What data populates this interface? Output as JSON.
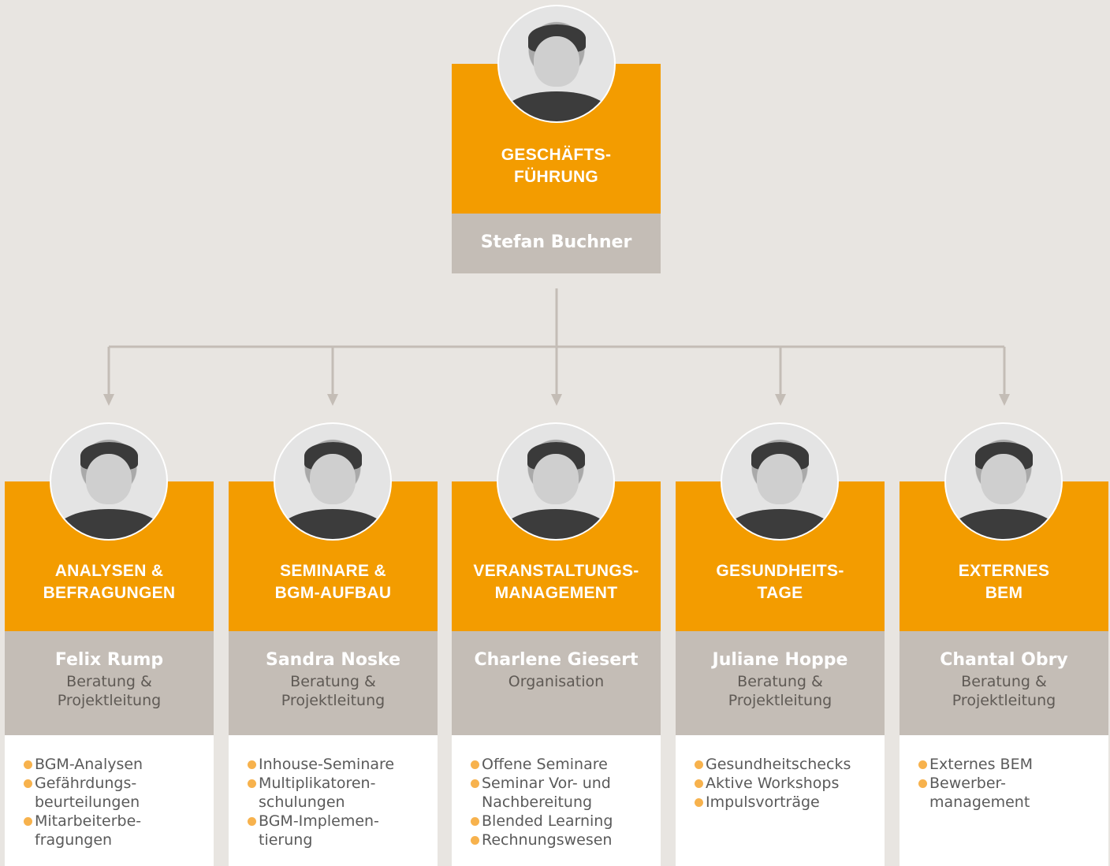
{
  "colors": {
    "accent": "#f39c00",
    "name_bg": "#c4bdb6",
    "background": "#e8e5e1",
    "bullet": "#f7b24d",
    "connector": "#c4bdb6"
  },
  "top": {
    "title": [
      "GESCHÄFTS-",
      "FÜHRUNG"
    ],
    "name": "Stefan Buchner",
    "avatar_icon": "person-portrait"
  },
  "departments": [
    {
      "title": [
        "ANALYSEN &",
        "BEFRAGUNGEN"
      ],
      "name": "Felix Rump",
      "role": [
        "Beratung &",
        "Projektleitung"
      ],
      "tasks": [
        [
          "BGM-Analysen"
        ],
        [
          "Gefährdungs-",
          "beurteilungen"
        ],
        [
          "Mitarbeiterbe-",
          "fragungen"
        ]
      ]
    },
    {
      "title": [
        "SEMINARE &",
        "BGM-AUFBAU"
      ],
      "name": "Sandra Noske",
      "role": [
        "Beratung &",
        "Projektleitung"
      ],
      "tasks": [
        [
          "Inhouse-Seminare"
        ],
        [
          "Multiplikatoren-",
          "schulungen"
        ],
        [
          "BGM-Implemen-",
          "tierung"
        ]
      ]
    },
    {
      "title": [
        "VERANSTALTUNGS-",
        "MANAGEMENT"
      ],
      "name": "Charlene Giesert",
      "role": [
        "Organisation"
      ],
      "tasks": [
        [
          "Offene Seminare"
        ],
        [
          "Seminar Vor- und",
          "Nachbereitung"
        ],
        [
          "Blended Learning"
        ],
        [
          "Rechnungswesen"
        ]
      ]
    },
    {
      "title": [
        "GESUNDHEITS-",
        "TAGE"
      ],
      "name": "Juliane Hoppe",
      "role": [
        "Beratung &",
        "Projektleitung"
      ],
      "tasks": [
        [
          "Gesundheitschecks"
        ],
        [
          "Aktive Workshops"
        ],
        [
          "Impulsvorträge"
        ]
      ]
    },
    {
      "title": [
        "EXTERNES",
        "BEM"
      ],
      "name": "Chantal Obry",
      "role": [
        "Beratung &",
        "Projektleitung"
      ],
      "tasks": [
        [
          "Externes BEM"
        ],
        [
          "Bewerber-",
          "management"
        ]
      ]
    }
  ]
}
